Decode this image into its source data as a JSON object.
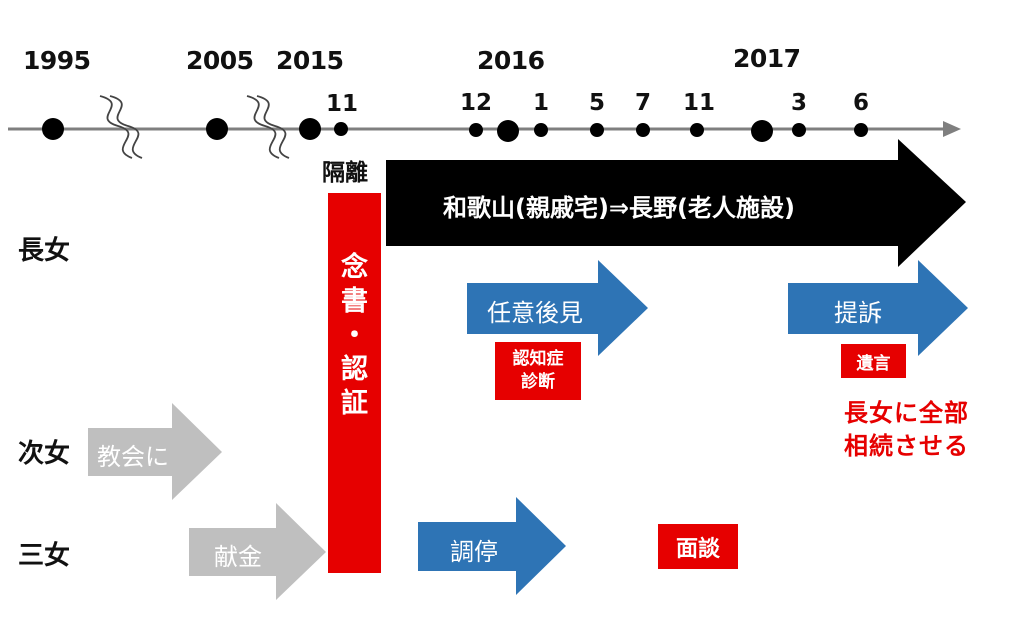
{
  "timeline": {
    "years": [
      "1995",
      "2005",
      "2015",
      "2016",
      "2017"
    ],
    "months": [
      "11",
      "12",
      "1",
      "5",
      "7",
      "11",
      "3",
      "6"
    ]
  },
  "rows": {
    "eldest": "長女",
    "second": "次女",
    "third": "三女"
  },
  "labels": {
    "isolation": "隔離",
    "notary_line1": "念",
    "notary_line2": "書",
    "notary_dot": "・",
    "notary_line3": "認",
    "notary_line4": "証",
    "residence": "和歌山(親戚宅)⇒長野(老人施設)",
    "guardianship": "任意後見",
    "dementia_line1": "認知症",
    "dementia_line2": "診断",
    "lawsuit": "提訴",
    "will": "遺言",
    "inherit_line1": "長女に全部",
    "inherit_line2": "相続させる",
    "church": "教会に",
    "donation": "献金",
    "mediation": "調停",
    "interview": "面談"
  },
  "colors": {
    "black": "#000000",
    "red": "#e60000",
    "blue": "#2e74b5",
    "gray": "#bfbfbf",
    "axis": "#7f7f7f"
  }
}
